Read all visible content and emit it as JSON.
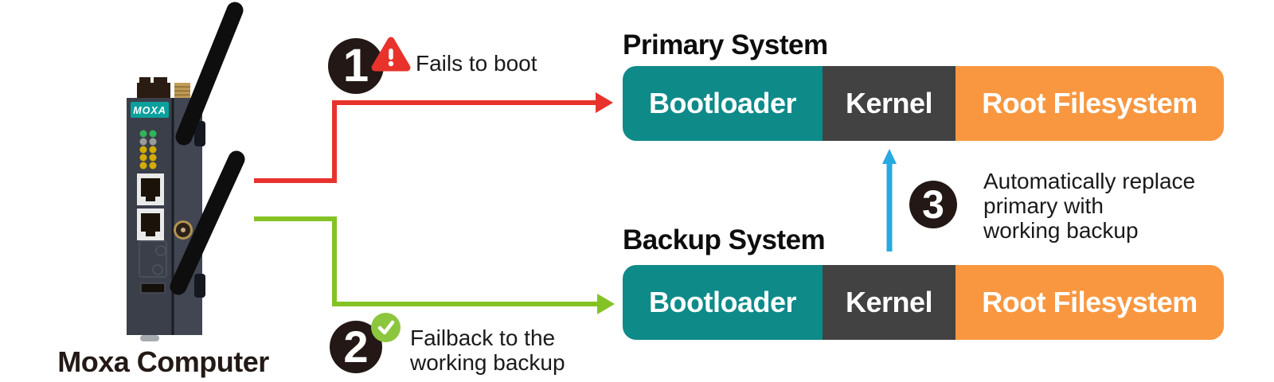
{
  "diagram": {
    "device": {
      "logo_text": "MOXA",
      "caption": "Moxa Computer"
    },
    "steps": {
      "step1": {
        "number": "1",
        "icon": "warning-triangle-icon",
        "warning_mark": "!",
        "label": "Fails to boot"
      },
      "step2": {
        "number": "2",
        "icon": "check-circle-icon",
        "label_line1": "Failback to the",
        "label_line2": "working backup"
      },
      "step3": {
        "number": "3",
        "label_line1": "Automatically replace",
        "label_line2": "primary with",
        "label_line3": "working backup"
      }
    },
    "primary_system": {
      "title": "Primary System",
      "segments": {
        "bootloader": "Bootloader",
        "kernel": "Kernel",
        "root_filesystem": "Root Filesystem"
      }
    },
    "backup_system": {
      "title": "Backup System",
      "segments": {
        "bootloader": "Bootloader",
        "kernel": "Kernel",
        "root_filesystem": "Root Filesystem"
      }
    },
    "colors": {
      "bootloader_teal": "#0e8a89",
      "kernel_gray": "#424242",
      "root_filesystem_orange": "#f99740",
      "fail_arrow_red": "#e8332d",
      "failback_arrow_green": "#84c225",
      "replace_arrow_blue": "#29a9e1",
      "badge_dark_brown": "#231815",
      "check_green": "#8cc63e",
      "moxa_logo_teal": "#0ca09d"
    }
  }
}
